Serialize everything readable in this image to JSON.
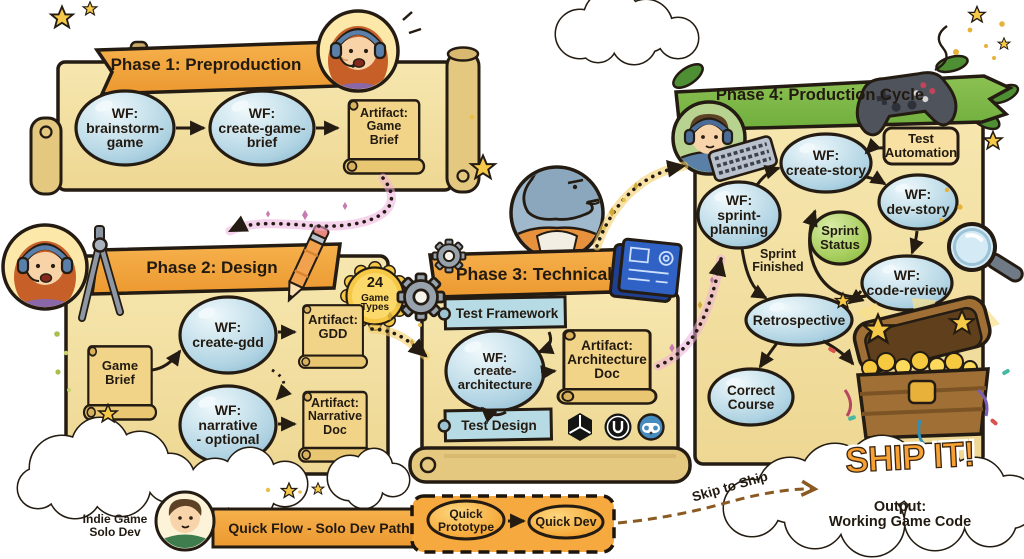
{
  "colors": {
    "parchment": "#f3e0a4",
    "outline": "#241c12",
    "banner_orange": "#f2a53e",
    "banner_green": "#7cb544",
    "node_blue": "#b5d7e6",
    "node_green": "#9cc84f",
    "artifact_tan": "#f2d488",
    "badge_gold": "#f6c845",
    "quick_orange": "#f5a93f",
    "ship_orange": "#f59f2d",
    "trail_pink": "#efaedd",
    "trail_gold": "#f3cf6b"
  },
  "phase1": {
    "title": "Phase 1: Preproduction",
    "brainstorm": "WF:\nbrainstorm-\ngame",
    "create_brief": "WF:\ncreate-game-\nbrief",
    "artifact": "Artifact:\nGame\nBrief"
  },
  "phase2": {
    "title": "Phase 2: Design",
    "badge_number": "24",
    "badge_label": "Game\nTypes",
    "game_brief": "Game\nBrief",
    "create_gdd": "WF:\ncreate-gdd",
    "gdd": "Artifact:\nGDD",
    "narrative": "WF:\nnarrative\n- optional",
    "narrative_doc": "Artifact:\nNarrative\nDoc"
  },
  "phase3": {
    "title": "Phase 3: Technical",
    "test_framework": "Test Framework",
    "create_architecture": "WF:\ncreate-\narchitecture",
    "architecture_doc": "Artifact:\nArchitecture\nDoc",
    "test_design": "Test Design"
  },
  "phase4": {
    "title": "Phase 4: Production Cycle",
    "sprint_planning": "WF:\nsprint-\nplanning",
    "create_story": "WF:\ncreate-story",
    "test_automation": "Test\nAutomation",
    "dev_story": "WF:\ndev-story",
    "sprint_status": "Sprint\nStatus",
    "sprint_finished": "Sprint\nFinished",
    "code_review": "WF:\ncode-review",
    "retrospective": "Retrospective",
    "correct_course": "Correct\nCourse"
  },
  "ship": {
    "title": "SHIP IT!",
    "output": "Output:\nWorking Game Code",
    "skip": "Skip to Ship"
  },
  "quick": {
    "solo_label": "Indie Game\nSolo Dev",
    "banner": "Quick Flow - Solo Dev Path",
    "prototype": "Quick\nPrototype",
    "dev": "Quick Dev"
  },
  "icons": {
    "star": "gold-star-shape",
    "cloud": "white-cloud-shape",
    "gear": "gray-gear-shape",
    "pencil": "pencil-shape",
    "compass": "drafting-compass-shape",
    "blueprint": "blue-blueprint-book",
    "controller": "game-controller-shape",
    "keyboard": "keyboard-shape",
    "magnifier": "magnifying-glass-shape",
    "unity": "unity-cube-logo",
    "unreal": "unreal-u-logo",
    "godot": "godot-robot-logo",
    "chest": "treasure-chest-shape"
  }
}
